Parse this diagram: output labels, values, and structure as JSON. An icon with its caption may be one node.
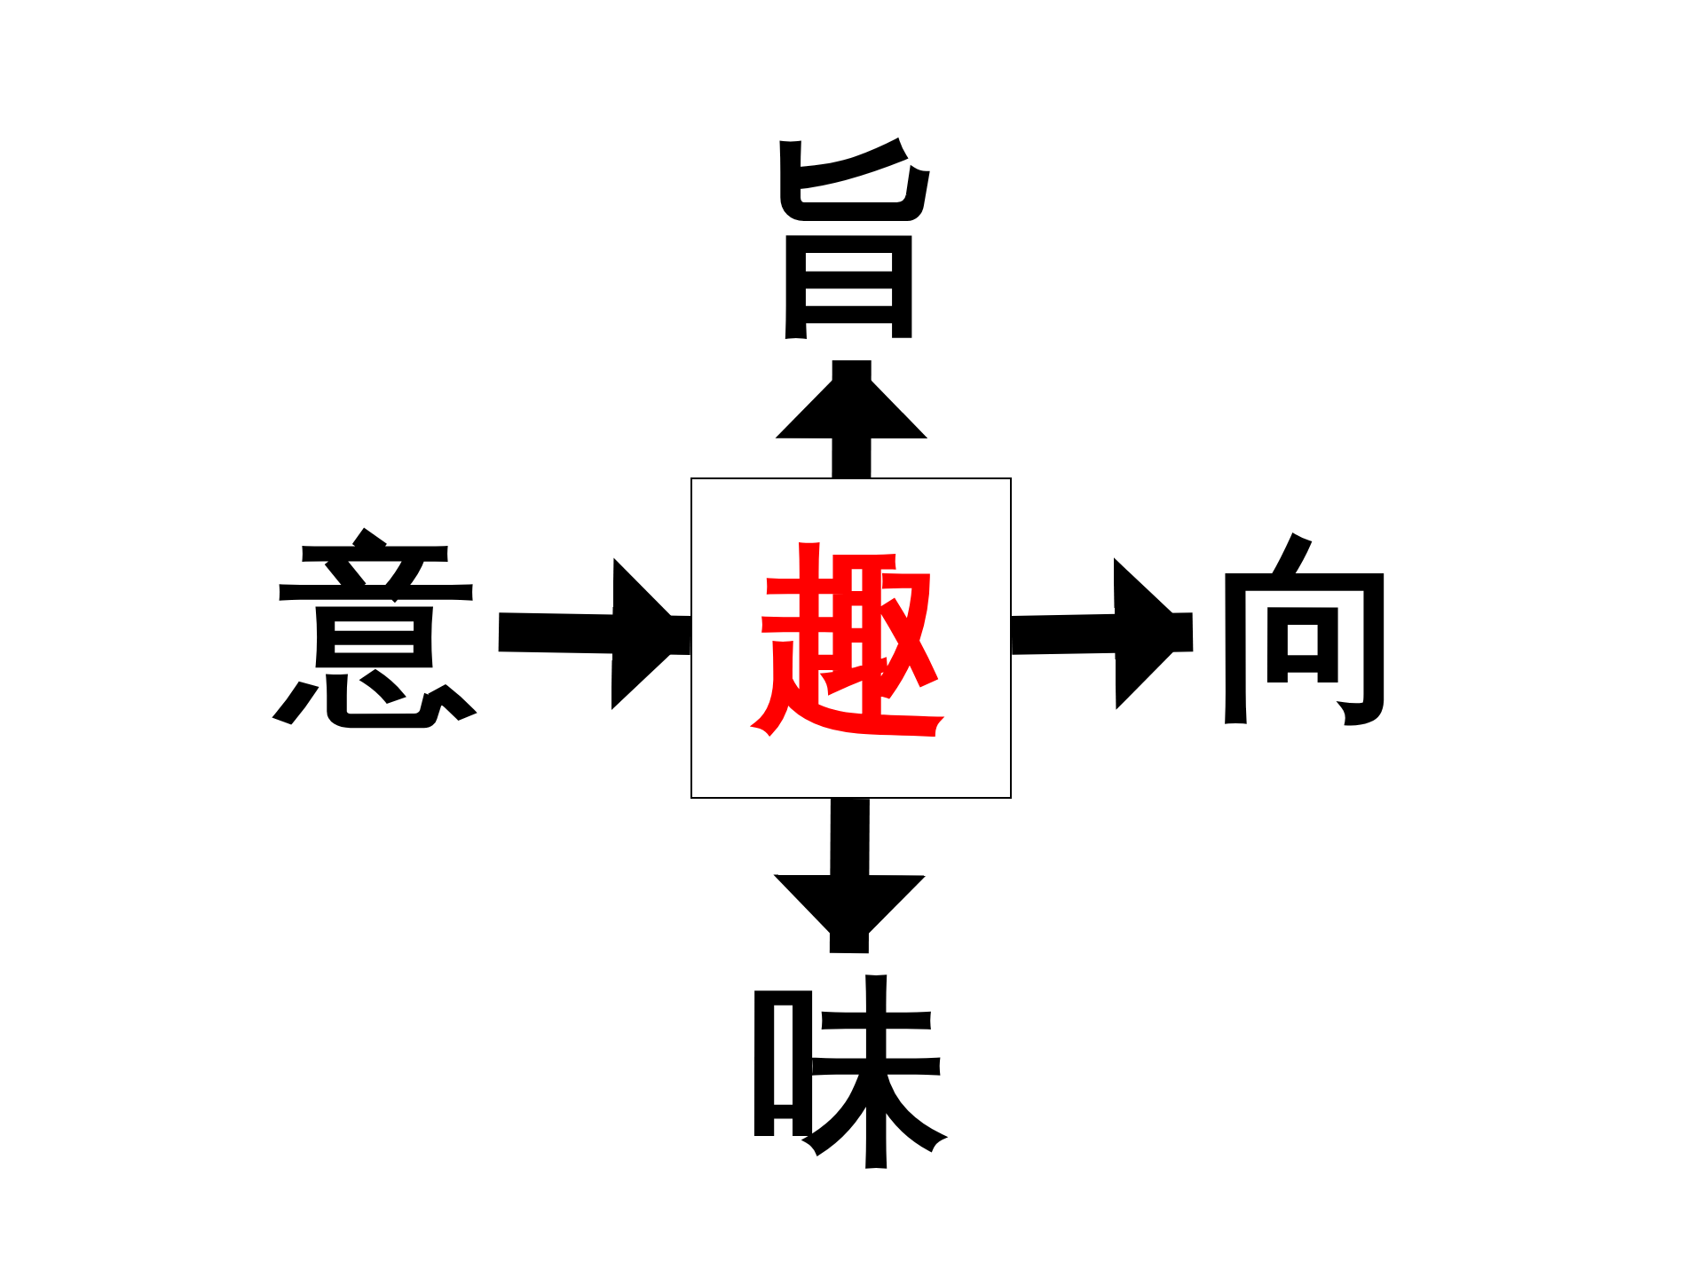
{
  "diagram": {
    "nodes": [
      {
        "text": [
          "旨"
        ]
      },
      {
        "text": [
          "意"
        ]
      },
      {
        "text": [
          "趣"
        ]
      },
      {
        "text": [
          "向"
        ]
      },
      {
        "text": [
          "味"
        ]
      }
    ],
    "edges": [
      {
        "from": 1,
        "to": 2,
        "arrow": "to"
      },
      {
        "from": 2,
        "to": 0,
        "arrow": "to"
      },
      {
        "from": 2,
        "to": 3,
        "arrow": "to"
      },
      {
        "from": 2,
        "to": 4,
        "arrow": "to"
      }
    ]
  }
}
